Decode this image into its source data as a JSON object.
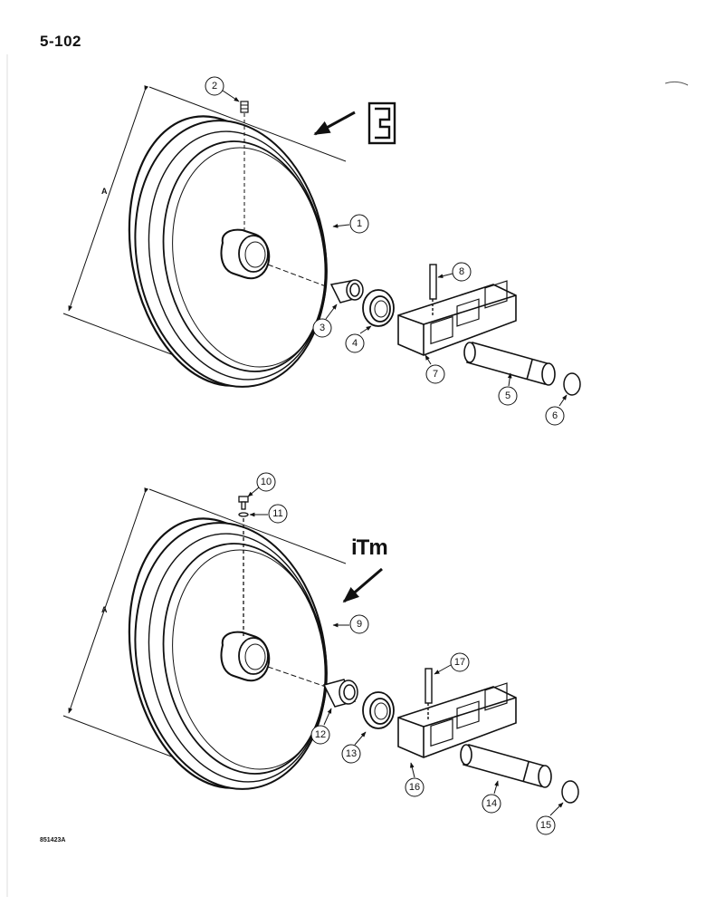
{
  "page": {
    "number": "5-102",
    "reference_code": "851423A"
  },
  "upper_view": {
    "dimension_label": "A",
    "callouts": [
      "1",
      "2",
      "3",
      "4",
      "5",
      "6",
      "7",
      "8"
    ]
  },
  "lower_view": {
    "dimension_label": "A",
    "logo_text": "iTm",
    "callouts": [
      "9",
      "10",
      "11",
      "12",
      "13",
      "14",
      "15",
      "16",
      "17"
    ]
  }
}
